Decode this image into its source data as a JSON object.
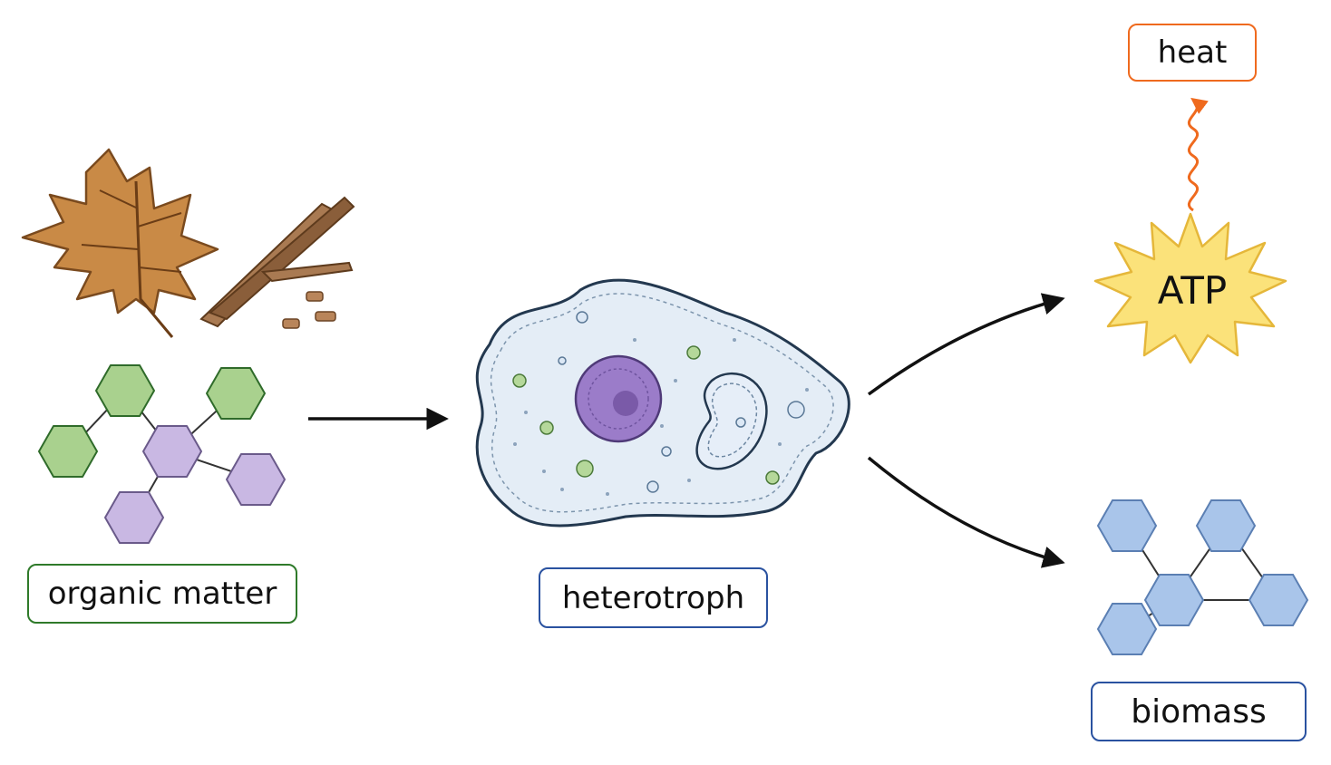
{
  "labels": {
    "organic_matter": "organic matter",
    "heterotroph": "heterotroph",
    "atp": "ATP",
    "heat": "heat",
    "biomass": "biomass"
  },
  "colors": {
    "green_hex": "#a9d18e",
    "purple_hex": "#c9b8e3",
    "blue_hex": "#a9c5ea",
    "organic_border": "#2f7a2a",
    "blue_border": "#2a52a0",
    "heat_color": "#ef6a1e",
    "atp_star": "#fbe27a",
    "cell_fill": "#e4edf6",
    "nucleus": "#9b7cc9"
  },
  "icons": [
    "leaf-icon",
    "twig-icon",
    "molecule-icon",
    "cell-icon",
    "atp-burst-icon",
    "wavy-heat-arrow-icon"
  ]
}
